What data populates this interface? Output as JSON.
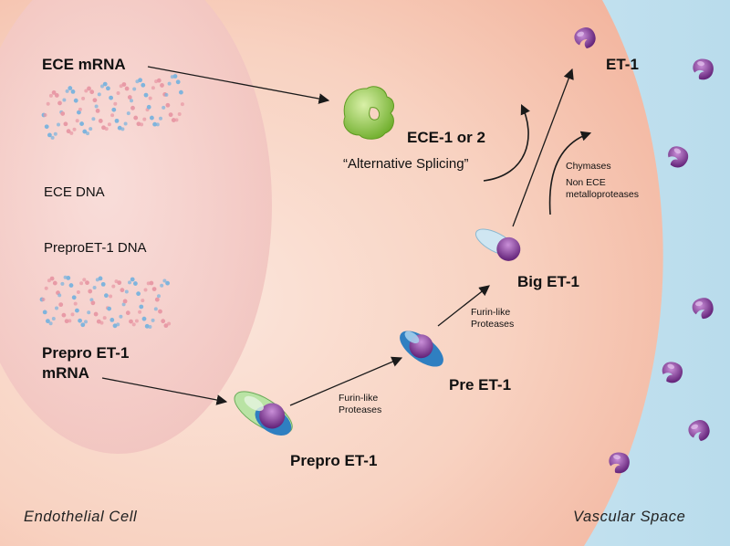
{
  "labels": {
    "ece_mrna": "ECE mRNA",
    "ece_dna": "ECE DNA",
    "preproet1_dna": "PreproET-1 DNA",
    "prepro_et1_mrna_line1": "Prepro ET-1",
    "prepro_et1_mrna_line2": "mRNA",
    "prepro_et1": "Prepro ET-1",
    "pre_et1": "Pre ET-1",
    "big_et1": "Big ET-1",
    "et1": "ET-1",
    "ece_1_or_2": "ECE-1 or 2",
    "alternative_splicing": "“Alternative Splicing”",
    "furin_like_1": "Furin-like",
    "proteases_1": "Proteases",
    "furin_like_2": "Furin-like",
    "proteases_2": "Proteases",
    "chymases": "Chymases",
    "non_ece": "Non ECE",
    "metalloproteases": "metalloproteases",
    "endothelial_cell": "Endothelial Cell",
    "vascular_space": "Vascular Space"
  },
  "colors": {
    "vascular_bg": "#cfe8f2",
    "cell_fill": "#f6c6b5",
    "nucleus_fill": "#f3c5c2",
    "dna_blue": "#7fb4dd",
    "dna_pink": "#e89aa6",
    "enzyme_green": "#8cc63f",
    "peptide_purple": "#7b2a8c",
    "precursor_blue": "#2f7fc1",
    "precursor_green": "#a8d890"
  }
}
